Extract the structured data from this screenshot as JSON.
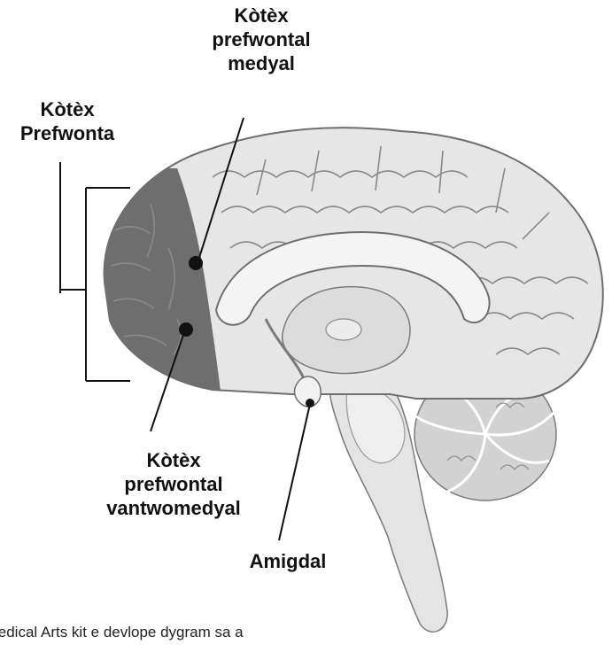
{
  "labels": {
    "medial_pfc": [
      "Kòtèx",
      "prefwontal",
      "medyal"
    ],
    "pfc": [
      "Kòtèx",
      "Prefwonta"
    ],
    "vmpfc": [
      "Kòtèx",
      "prefwontal",
      "vantwomedyal"
    ],
    "amygdala": [
      "Amigdal"
    ]
  },
  "caption": "ledical Arts kit e devlope dygram sa a",
  "colors": {
    "pfc_region": "#6e6e6e",
    "brain_fill": "#e6e6e6",
    "gyri_stroke": "#8a8a8a",
    "ink": "#111111"
  }
}
